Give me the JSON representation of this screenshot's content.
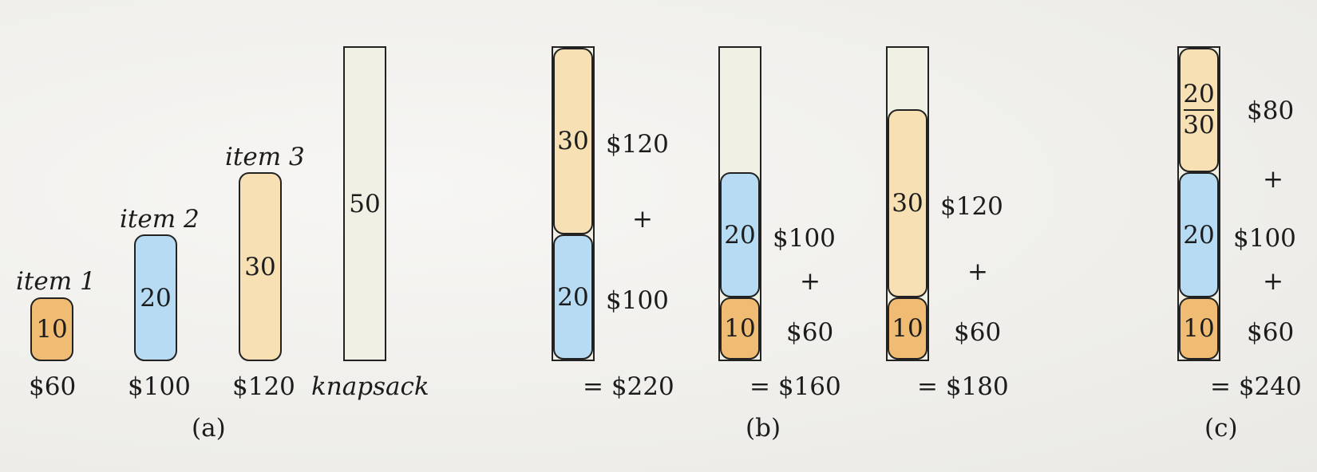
{
  "panel_a": {
    "items": [
      {
        "name": "item 1",
        "weight": "10",
        "value": "$60"
      },
      {
        "name": "item 2",
        "weight": "20",
        "value": "$100"
      },
      {
        "name": "item 3",
        "weight": "30",
        "value": "$120"
      }
    ],
    "knapsack": {
      "capacity": "50",
      "label": "knapsack"
    },
    "caption": "(a)"
  },
  "panel_b": {
    "options": [
      {
        "top_weight": "30",
        "top_value": "$120",
        "plus1": "+",
        "mid_weight": "20",
        "mid_value": "$100",
        "total": "= $220"
      },
      {
        "mid_weight": "20",
        "mid_value": "$100",
        "plus1": "+",
        "bot_weight": "10",
        "bot_value": "$60",
        "total": "= $160"
      },
      {
        "top_weight": "30",
        "top_value": "$120",
        "plus1": "+",
        "bot_weight": "10",
        "bot_value": "$60",
        "total": "= $180"
      }
    ],
    "caption": "(b)"
  },
  "panel_c": {
    "frac_num": "20",
    "frac_den": "30",
    "top_value": "$80",
    "plus1": "+",
    "mid_weight": "20",
    "mid_value": "$100",
    "plus2": "+",
    "bot_weight": "10",
    "bot_value": "$60",
    "total": "= $240",
    "caption": "(c)"
  },
  "colors": {
    "w10": "#f0bb73",
    "w20": "#b6dbf2",
    "w30": "#f7e0b3",
    "sack": "#f1f0e4"
  }
}
